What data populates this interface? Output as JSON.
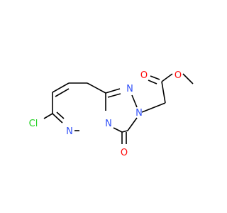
{
  "molecule": {
    "atoms": {
      "cl": "Cl",
      "n_pyridazine": "N",
      "n_bridge": "N",
      "n_triazole_top": "N",
      "n_triazole_right": "N",
      "o_carbonyl_ring": "O",
      "o_ester_carbonyl": "O",
      "o_ester": "O"
    }
  },
  "colors": {
    "bond": "#000000",
    "nitrogen": "#3050f8",
    "oxygen": "#ff0d0d",
    "chlorine": "#1fd01f"
  }
}
